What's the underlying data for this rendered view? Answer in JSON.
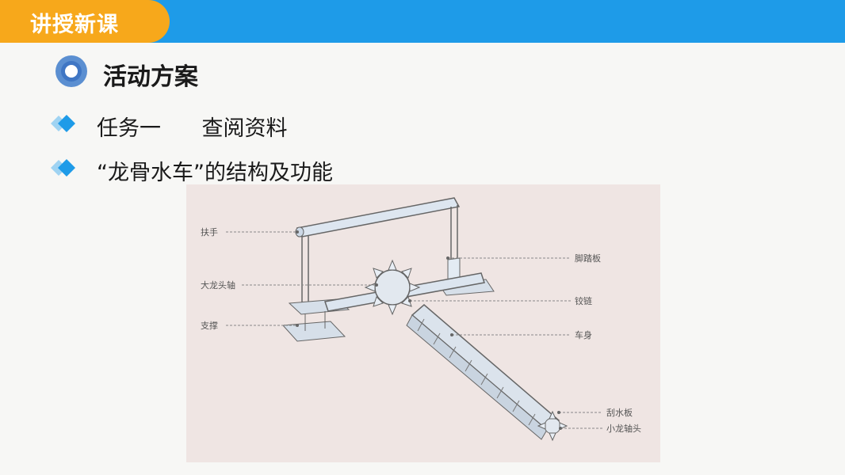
{
  "header": {
    "tab_label": "讲授新课",
    "bar_color": "#1e9be8",
    "tab_color": "#f7a81b"
  },
  "section": {
    "title": "活动方案",
    "icon": "ring-icon"
  },
  "lines": [
    {
      "text": "任务一      查阅资料",
      "icon": "diamond-bullet-icon"
    },
    {
      "text": "“龙骨水车”的结构及功能",
      "icon": "diamond-bullet-icon"
    }
  ],
  "diagram": {
    "labels_left": [
      "扶手",
      "大龙头轴",
      "支撑"
    ],
    "labels_right": [
      "脚踏板",
      "铰链",
      "车身",
      "刮水板",
      "小龙轴头"
    ]
  }
}
